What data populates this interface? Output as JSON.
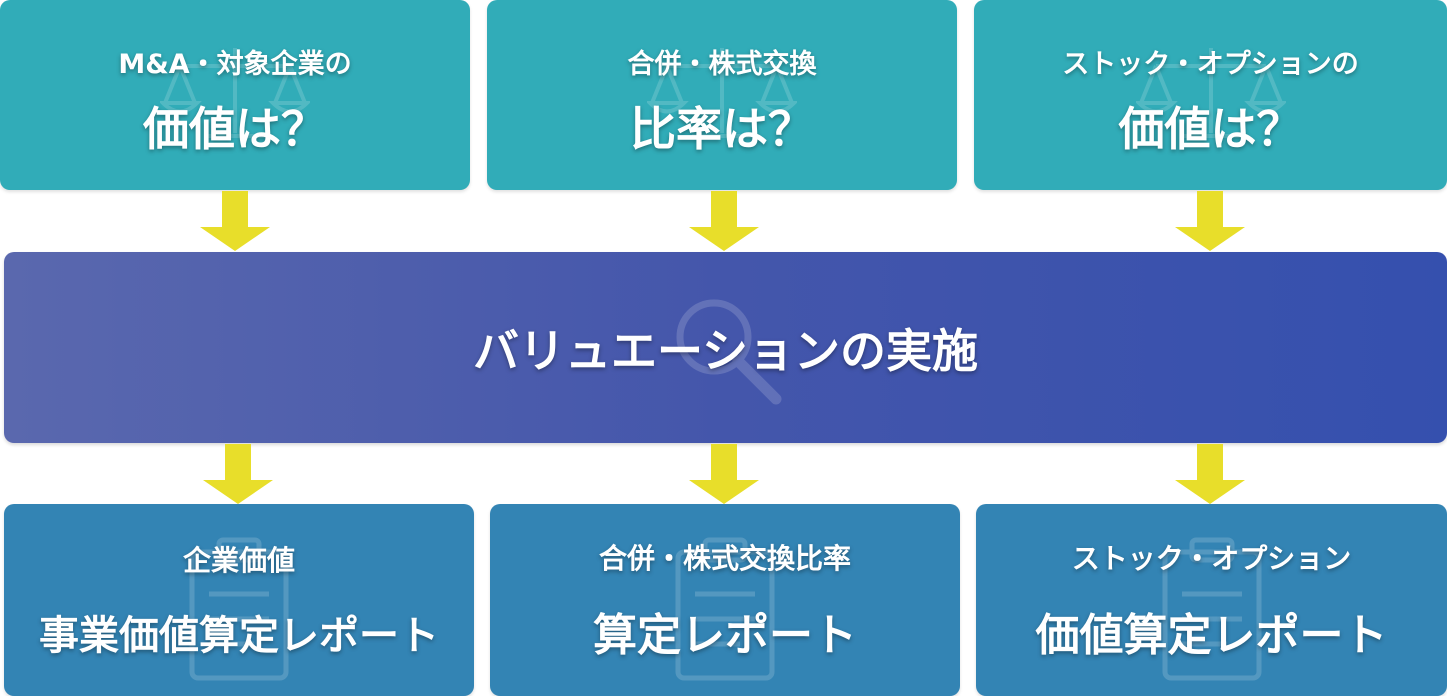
{
  "top_boxes": [
    {
      "line1": "M&A・対象企業の",
      "line2": "価値は？",
      "icon": "scales-icon"
    },
    {
      "line1": "合併・株式交換",
      "line2": "比率は？",
      "icon": "scales-icon"
    },
    {
      "line1": "ストック・オプションの",
      "line2": "価値は？",
      "icon": "scales-icon"
    }
  ],
  "center": {
    "title": "バリュエーションの実施",
    "icon": "magnifier-icon"
  },
  "bottom_boxes": [
    {
      "line1": "企業価値",
      "line2": "事業価値算定レポート",
      "icon": "clipboard-icon"
    },
    {
      "line1": "合併・株式交換比率",
      "line2": "算定レポート",
      "icon": "clipboard-icon"
    },
    {
      "line1": "ストック・オプション",
      "line2": "価値算定レポート",
      "icon": "clipboard-icon"
    }
  ],
  "colors": {
    "top_box": "#31acb8",
    "center_box_start": "#5a68ae",
    "center_box_end": "#3550ae",
    "bottom_box": "#3384b4",
    "arrow": "#e8de2a",
    "text": "#ffffff"
  }
}
